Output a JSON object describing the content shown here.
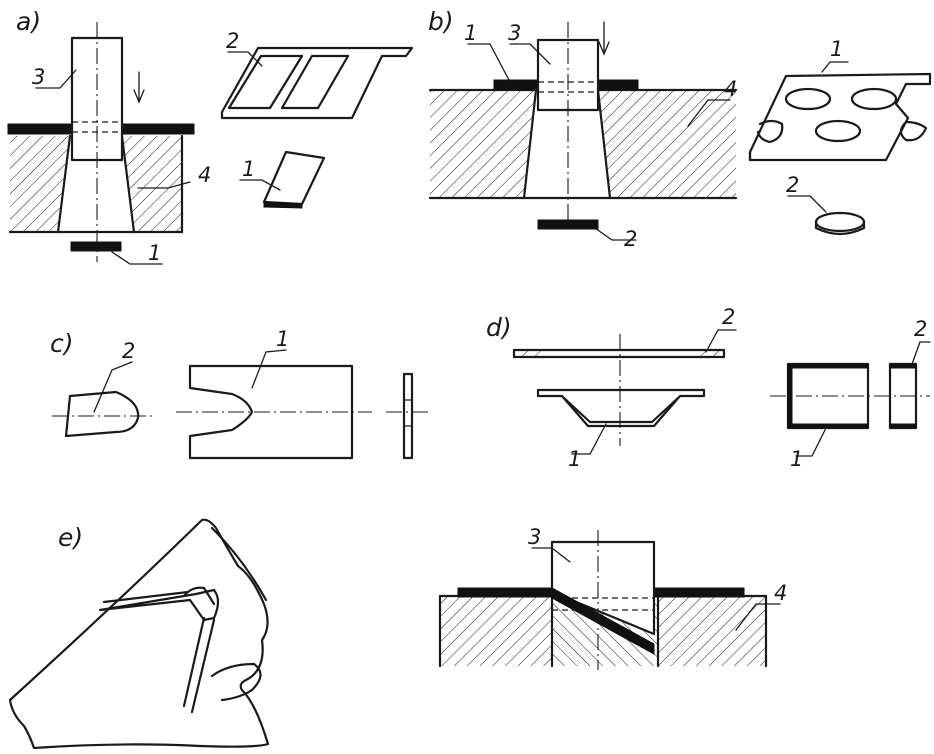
{
  "panels": {
    "a": {
      "label": "a)",
      "callouts": {
        "punch": "3",
        "die": "4",
        "blank_part": "1",
        "scrap_part": "1",
        "scrap_skeleton": "2"
      }
    },
    "b": {
      "label": "b)",
      "callouts": {
        "strip": "1",
        "punch": "3",
        "die": "4",
        "punched_slug": "2",
        "perforated_strip": "1",
        "disc": "2"
      }
    },
    "c": {
      "label": "c)",
      "callouts": {
        "notch_piece": "2",
        "notched_plate": "1"
      }
    },
    "d": {
      "label": "d)",
      "callouts": {
        "trimmed_ring": "2",
        "drawn_cup": "1",
        "tube_part": "1",
        "cut_ring": "2"
      }
    },
    "e": {
      "label": "e)",
      "callouts": {
        "punch": "3",
        "die": "4"
      }
    }
  },
  "colors": {
    "ink": "#1a1a1a",
    "paper": "#ffffff",
    "material": "#111111"
  }
}
